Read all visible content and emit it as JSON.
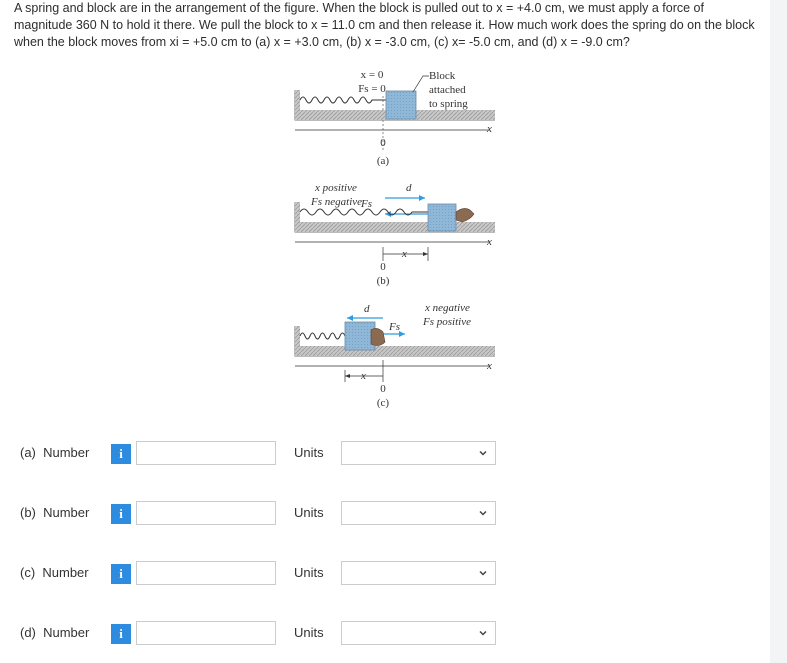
{
  "question": {
    "text": "A spring and block are in the arrangement of the figure. When the block is pulled out to x = +4.0 cm, we must apply a force of magnitude 360 N to hold it there. We pull the block to x = 11.0 cm and then release it. How much work does the spring do on the block when the block moves from xi = +5.0 cm to (a) x = +3.0 cm, (b) x = -3.0 cm, (c) x= -5.0 cm, and (d) x = -9.0 cm?"
  },
  "figure": {
    "a": {
      "x0": "x = 0",
      "fs0": "Fs = 0",
      "block_label_1": "Block",
      "block_label_2": "attached",
      "block_label_3": "to spring",
      "axis_x": "x",
      "origin": "0",
      "caption": "(a)"
    },
    "b": {
      "line1": "x positive",
      "line2": "Fs negative",
      "d": "d",
      "fs": "Fs",
      "axis_x": "x",
      "x_arrow": "x",
      "origin": "0",
      "caption": "(b)"
    },
    "c": {
      "line1": "x negative",
      "line2": "Fs positive",
      "d": "d",
      "fs": "Fs",
      "axis_x": "x",
      "x_arrow": "x",
      "origin": "0",
      "caption": "(c)"
    }
  },
  "rows": [
    {
      "label": "(a)  Number",
      "info": "i",
      "units": "Units",
      "value": ""
    },
    {
      "label": "(b)  Number",
      "info": "i",
      "units": "Units",
      "value": ""
    },
    {
      "label": "(c)  Number",
      "info": "i",
      "units": "Units",
      "value": ""
    },
    {
      "label": "(d)  Number",
      "info": "i",
      "units": "Units",
      "value": ""
    }
  ],
  "colors": {
    "info_button": "#2d8ce0",
    "block": "#8fb8d8",
    "arrow": "#2f9be0"
  }
}
